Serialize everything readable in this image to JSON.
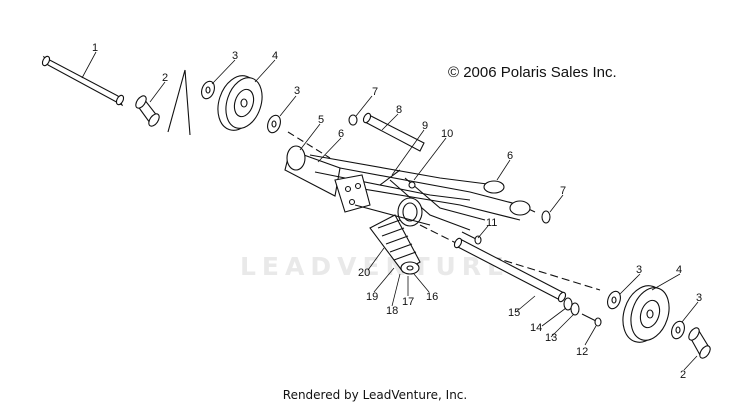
{
  "copyright": "© 2006 Polaris Sales Inc.",
  "footer": "Rendered by LeadVenture, Inc.",
  "watermark": "LEADVENTURE",
  "callouts": {
    "c1": "1",
    "c2a": "2",
    "c2b": "2",
    "c3a": "3",
    "c3b": "3",
    "c3c": "3",
    "c3d": "3",
    "c4a": "4",
    "c4b": "4",
    "c5": "5",
    "c6a": "6",
    "c6b": "6",
    "c7a": "7",
    "c7b": "7",
    "c8": "8",
    "c9": "9",
    "c10": "10",
    "c11": "11",
    "c12": "12",
    "c13": "13",
    "c14": "14",
    "c15": "15",
    "c16": "16",
    "c17": "17",
    "c18": "18",
    "c19": "19",
    "c20": "20"
  },
  "colors": {
    "line": "#111111",
    "watermark": "#e9e9e9"
  }
}
